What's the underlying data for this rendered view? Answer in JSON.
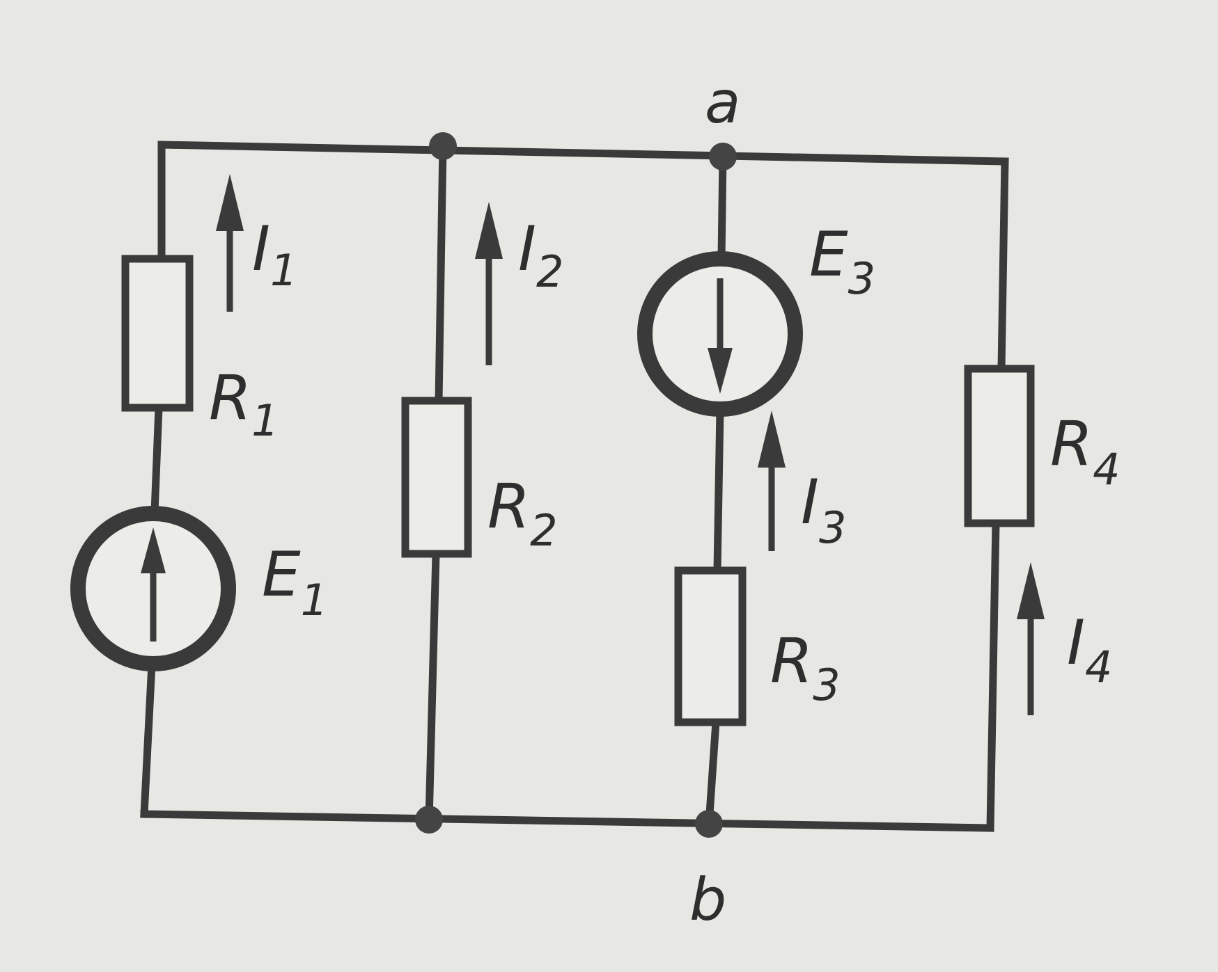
{
  "nodes": {
    "a": "a",
    "b": "b"
  },
  "components": {
    "R1": {
      "letter": "R",
      "sub": "1"
    },
    "R2": {
      "letter": "R",
      "sub": "2"
    },
    "R3": {
      "letter": "R",
      "sub": "3"
    },
    "R4": {
      "letter": "R",
      "sub": "4"
    },
    "E1": {
      "letter": "E",
      "sub": "1"
    },
    "E3": {
      "letter": "E",
      "sub": "3"
    }
  },
  "currents": {
    "I1": {
      "letter": "I",
      "sub": "1"
    },
    "I2": {
      "letter": "I",
      "sub": "2"
    },
    "I3": {
      "letter": "I",
      "sub": "3"
    },
    "I4": {
      "letter": "I",
      "sub": "4"
    }
  },
  "colors": {
    "paper": "#e7e7e3",
    "ink": "#3a3a3a"
  }
}
